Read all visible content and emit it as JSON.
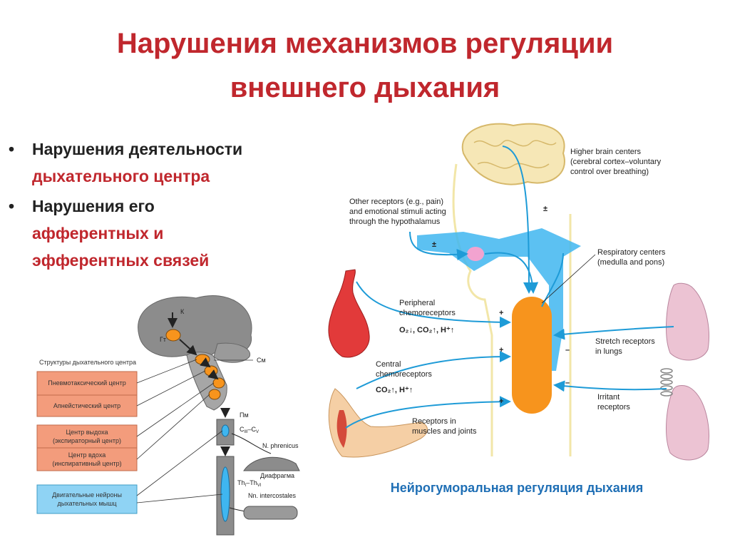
{
  "slide": {
    "title_line1": "Нарушения механизмов регуляции",
    "title_line2": "внешнего дыхания",
    "bullets": [
      {
        "marker": "•",
        "text": "Нарушения деятельности",
        "red": "дыхательного центра"
      },
      {
        "marker": "•",
        "text": "Нарушения его",
        "red1": "афферентных и",
        "red2": "эфферентных связей"
      }
    ],
    "caption": "Нейрогуморальная регуляция дыхания"
  },
  "left_diagram": {
    "heading": "Структуры дыхательного центра",
    "boxes": [
      {
        "line1": "Пневмотаксический центр",
        "line2": ""
      },
      {
        "line1": "Апнейстический центр",
        "line2": ""
      },
      {
        "line1": "Центр выдоха",
        "line2": "(экспираторный центр)"
      },
      {
        "line1": "Центр вдоха",
        "line2": "(инспиративный центр)"
      },
      {
        "line1": "Двигательные нейроны",
        "line2": "дыхательных мышц"
      }
    ],
    "labels": {
      "k": "К",
      "gt": "Гт",
      "sm": "См",
      "pm": "Пм",
      "c3c5": "C",
      "c3": "III",
      "c5": "V",
      "c_sep": "–C",
      "n_phrenicus": "N. phrenicus",
      "diafragma": "Диафрагма",
      "th": "Th",
      "th1": "I",
      "th_sep": "–Th",
      "th6": "VI",
      "nn_intercostales": "Nn. intercostales"
    },
    "colors": {
      "box_orange": "#f39c7c",
      "box_blue": "#8fd3f4",
      "nuclei": "#f7941d"
    }
  },
  "right_diagram": {
    "labels": {
      "higher1": "Higher brain centers",
      "higher2": "(cerebral cortex–voluntary",
      "higher3": "control over breathing)",
      "other1": "Other receptors (e.g., pain)",
      "other2": "and emotional stimuli acting",
      "other3": "through the hypothalamus",
      "resp1": "Respiratory centers",
      "resp2": "(medulla and pons)",
      "periph1": "Peripheral",
      "periph2": "chemoreceptors",
      "periph3": "O₂↓, CO₂↑, H⁺↑",
      "stretch1": "Stretch receptors",
      "stretch2": "in lungs",
      "central1": "Central",
      "central2": "chemoreceptors",
      "central3": "CO₂↑, H⁺↑",
      "irritant1": "Irritant",
      "irritant2": "receptors",
      "muscles1": "Receptors in",
      "muscles2": "muscles and joints",
      "pm_higher": "±",
      "pm_other": "±",
      "plus1": "+",
      "plus2": "+",
      "plus3": "+",
      "minus1": "–",
      "minus2": "–"
    },
    "colors": {
      "center": "#f7941d",
      "arrow": "#1e9bd7",
      "brainstem": "#3fb6f0",
      "hypothalamus": "#f2a3d0",
      "lung": "#ecc3d3",
      "artery": "#e23a3a"
    }
  }
}
